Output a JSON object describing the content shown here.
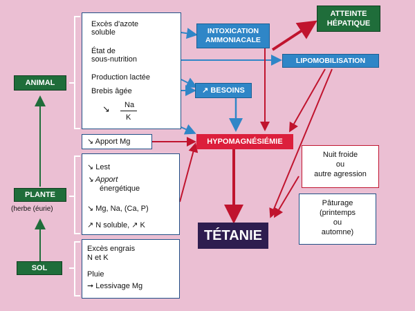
{
  "nodes": {
    "animal": "ANIMAL",
    "plante": "PLANTE",
    "plante_sub": "(herbe (éurie)",
    "sol": "SOL",
    "intoxication_l1": "INTOXICATION",
    "intoxication_l2": "AMMONIACALE",
    "atteinte_l1": "ATTEINTE",
    "atteinte_l2": "HÉPATIQUE",
    "lipomobilisation": "LIPOMOBILISATION",
    "besoins": "↗ BESOINS",
    "hypomagnesemie": "HYPOMAGNÉSIÉMIE",
    "tetanie": "TÉTANIE"
  },
  "animal_factors": {
    "exces_l1": "Excès d'azote",
    "exces_l2": "soluble",
    "etat_l1": "État de",
    "etat_l2": "sous-nutrition",
    "production": "Production lactée",
    "brebis": "Brebis âgée",
    "na": "Na",
    "k": "K",
    "apport_mg": "↘ Apport Mg"
  },
  "plant_factors": {
    "lest": "↘ Lest",
    "apport_l1": "↘ Apport",
    "apport_l2": "énergétique",
    "minerals": "↘ Mg, Na, (Ca, P)",
    "n_soluble": "↗ N soluble, ↗ K"
  },
  "soil_factors": {
    "exces_l1": "Excès engrais",
    "exces_l2": "N et K",
    "pluie": "Pluie",
    "lessivage": "➞ Lessivage Mg"
  },
  "conditions": {
    "nuit_l1": "Nuit froide",
    "nuit_l2": "ou",
    "nuit_l3": "autre agression",
    "pat_l1": "Pâturage",
    "pat_l2": "(printemps",
    "pat_l3": "ou",
    "pat_l4": "automne)"
  },
  "colors": {
    "background": "#ebbfd3",
    "blue": "#2f86c7",
    "green": "#1f6d3a",
    "red": "#dc1f3c",
    "navy": "#2e1d4f"
  }
}
